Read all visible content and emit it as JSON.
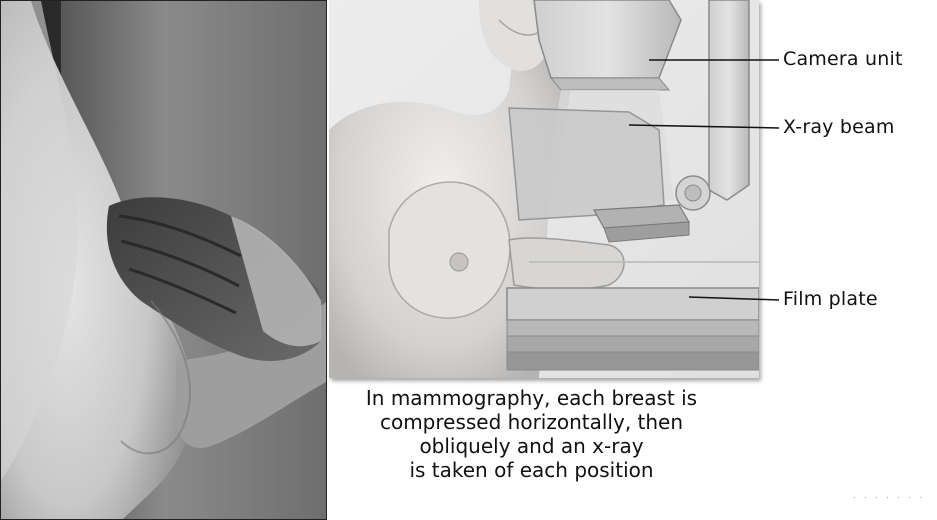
{
  "labels": {
    "camera_unit": "Camera unit",
    "xray_beam": "X-ray beam",
    "film_plate": "Film plate"
  },
  "caption": {
    "line1": "In mammography, each breast is",
    "line2": "compressed horizontally, then",
    "line3": "obliquely and an x-ray",
    "line4": "is taken of each position"
  },
  "footer_mark": ". . . . . . ."
}
